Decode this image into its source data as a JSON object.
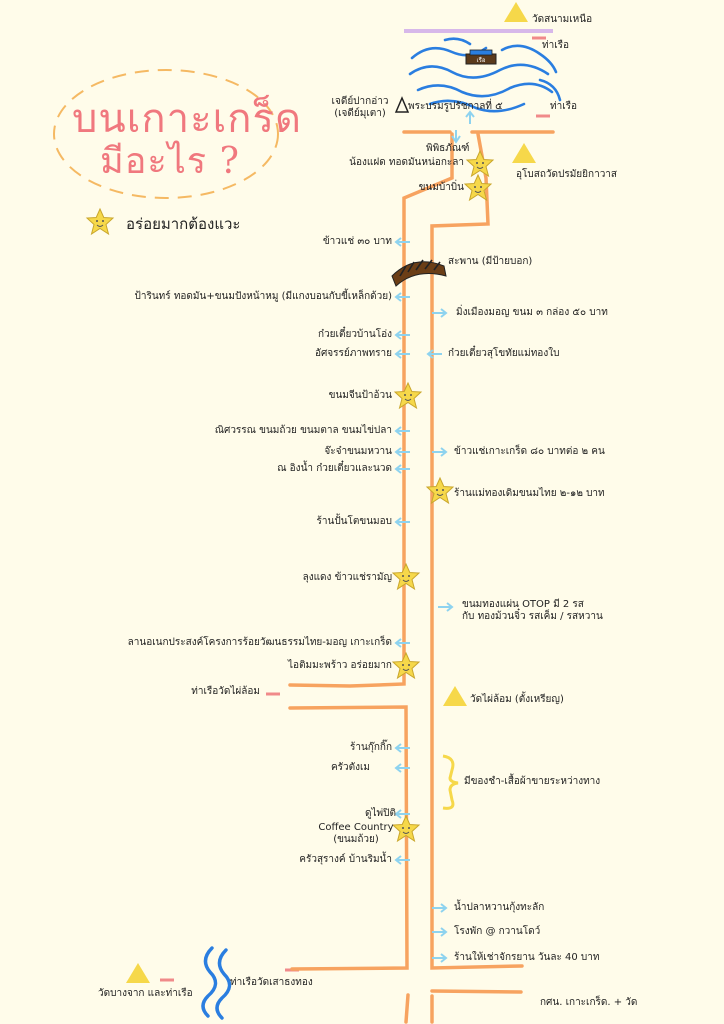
{
  "title": {
    "line1": "บนเกาะเกร็ด",
    "line2": "มีอะไร ?"
  },
  "legend": {
    "star_label": "อร่อยมากต้องแวะ"
  },
  "top": {
    "wat_sanam_nuea": "วัดสนามเหนือ",
    "pier_top": "ท่าเรือ",
    "chedi_1": "เจดีย์ปากอ่าว",
    "chedi_2": "(เจดีย์มุเตา)",
    "rama5": "พระบรมรูปรัชกาลที่ ๕",
    "pier_right": "ท่าเรือ",
    "museum_1": "พิพิธภัณฑ์",
    "museum_2": "น้องแฝด ทอดมันหน่อกะลา",
    "khanom_ba_bin": "ขนมบ้าบิ่น",
    "ubosot": "อุโบสถวัดปรมัยยิกาวาส"
  },
  "route_left": {
    "khao_chae_30": "ข้าวแช่ ๓๐ บาท",
    "pa_rin": "ป้ารินทร์ ทอดมัน+ขนมปังหน้าหมู (มีแกงบอนกับขี้เหล็กด้วย)",
    "kuay_tiew_ong": "ก๋วยเตี๋ยวบ้านโอ่ง",
    "assachan": "อัศจรรย์ภาพทราย",
    "khanom_jeen": "ขนมจีนป้าอ้วน",
    "nisawan": "ณิศวรรณ ขนมถ้วย ขนมตาล ขนมไข่ปลา",
    "ja_jam": "จ๊ะจ๋าขนมหวาน",
    "na_ing_nam": "ณ อิงน้ำ ก๋วยเตี๋ยวและนวด",
    "ran_pan": "ร้านปั้นโตขนมอบ",
    "lung_daeng": "ลุงแดง ข้าวแช่รามัญ",
    "lan_anek": "ลานอเนกประสงค์โครงการร้อยวัฒนธรรมไทย-มอญ เกาะเกร็ด",
    "ice_cream": "ไอติมมะพร้าว อร่อยมาก",
    "pier_wat_phai_lom": "ท่าเรือวัดไผ่ล้อม"
  },
  "route_right": {
    "saphan": "สะพาน (มีป้ายบอก)",
    "mingmuang": "มิ่งเมืองมอญ ขนม ๓ กล่อง ๕๐ บาท",
    "kuay_tiew_sukhothai": "ก๋วยเตี๋ยวสุโขทัยแม่ทองใบ",
    "khao_chae_80": "ข้าวแช่เกาะเกร็ด ๘๐ บาทต่อ ๒ คน",
    "mae_thong": "ร้านแม่ทองเดิมขนมไทย ๒-๑๒ บาท",
    "otop_1": "ขนมทองแผ่น OTOP มี 2 รส",
    "otop_2": "กับ ทองม้วนจิ๋ว รสเค็ม / รสหวาน",
    "wat_phai_lom": "วัดไผ่ล้อม (ตั้งเหรียญ)"
  },
  "route_lower": {
    "ran_kuk_kik": "ร้านกุ๊กกิ๊ก",
    "khrua_dang_mae": "ครัวตังเม",
    "du_phai_piti": "ดูไพ่ปิติ",
    "coffee_1": "Coffee Country",
    "coffee_2": "(ขนมถ้วย)",
    "khrua_surang": "ครัวสุรางค์ บ้านริมน้ำ",
    "souvenir": "มีของชำ-เสื้อผ้าขายระหว่างทาง",
    "nam_pla_wan": "น้ำปลาหวานกุ้งทะลัก",
    "rongphak": "โรงพัก @ กวานโดว์",
    "bike_rent": "ร้านให้เช่าจักรยาน วันละ 40 บาท"
  },
  "bottom": {
    "wat_bang_chak": "วัดบางจาก และท่าเรือ",
    "pier_wat_sao": "ท่าเรือวัดเสาธงทอง",
    "credit": "กศน. เกาะเกร็ด. + วัด"
  },
  "boat_label": "เรือ",
  "colors": {
    "route": "#f7a360",
    "arrow": "#8ed3ef",
    "title": "#f0787e",
    "star": "#f6d84a",
    "triangle": "#f6d84a",
    "water": "#2a7ee0",
    "pier": "#f08a8a",
    "bracket": "#f6d84a",
    "top_line": "#d7b8ea"
  }
}
